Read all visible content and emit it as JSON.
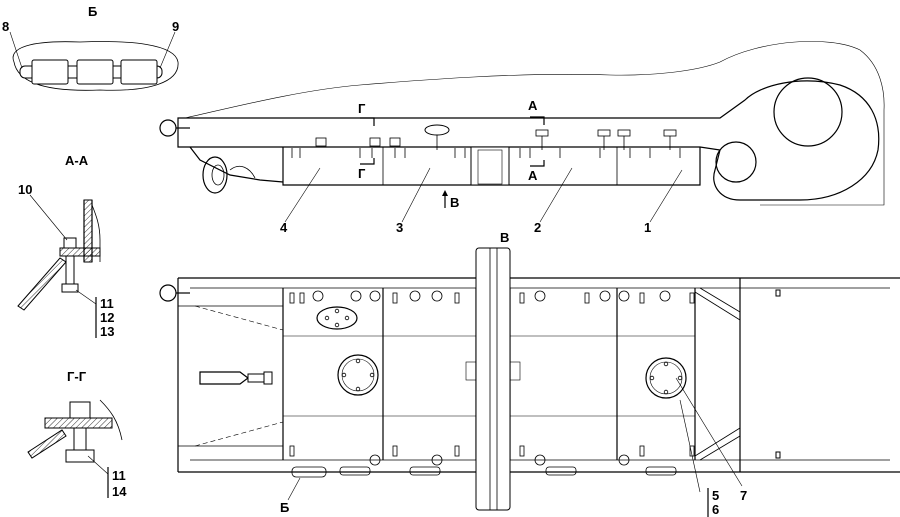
{
  "labels": {
    "view_b": "Б",
    "section_aa": "А-А",
    "section_gg": "Г-Г",
    "view_v": "В",
    "view_v_arrow": "В",
    "cut_a_top": "А",
    "cut_a_bottom": "А",
    "cut_g_top": "Г",
    "cut_g_bottom": "Г",
    "view_b_pointer": "Б"
  },
  "callouts": {
    "c1": "1",
    "c2": "2",
    "c3": "3",
    "c4": "4",
    "c5": "5",
    "c6": "6",
    "c7": "7",
    "c8": "8",
    "c9": "9",
    "c10": "10",
    "c11a": "11",
    "c12": "12",
    "c13": "13",
    "c11b": "11",
    "c14": "14"
  }
}
